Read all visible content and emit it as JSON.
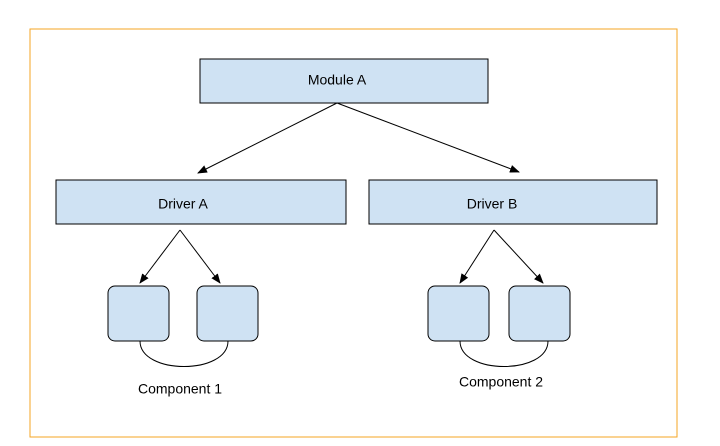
{
  "diagram": {
    "colors": {
      "frame_border": "#f6a623",
      "box_fill": "#cfe2f3",
      "box_stroke": "#000000",
      "line": "#000000",
      "text": "#000000"
    },
    "nodes": {
      "module_a": {
        "label": "Module A"
      },
      "driver_a": {
        "label": "Driver A"
      },
      "driver_b": {
        "label": "Driver B"
      },
      "component_1": {
        "label": "Component 1"
      },
      "component_2": {
        "label": "Component 2"
      }
    },
    "edges": [
      {
        "from": "Module A",
        "to": "Driver A"
      },
      {
        "from": "Module A",
        "to": "Driver B"
      },
      {
        "from": "Driver A",
        "to": "Component 1 (left box)"
      },
      {
        "from": "Driver A",
        "to": "Component 1 (right box)"
      },
      {
        "from": "Driver B",
        "to": "Component 2 (left box)"
      },
      {
        "from": "Driver B",
        "to": "Component 2 (right box)"
      }
    ]
  }
}
